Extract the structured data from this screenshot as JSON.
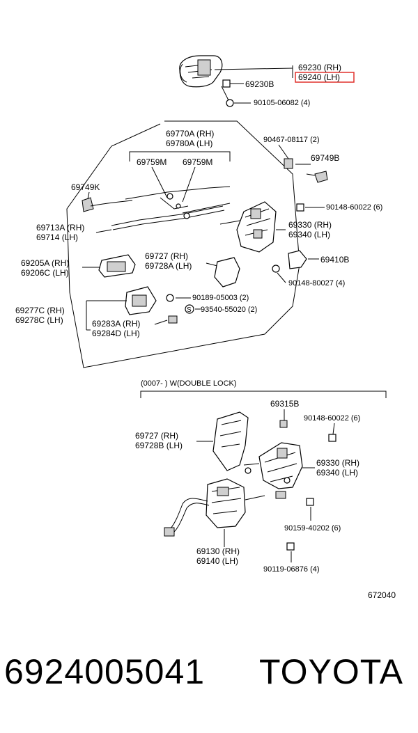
{
  "labels": {
    "p69230_rh": "69230 (RH)",
    "p69240_lh": "69240 (LH)",
    "p69230b": "69230B",
    "p90105": "90105-06082 (4)",
    "p90467": "90467-08117 (2)",
    "p69770a": "69770A (RH)",
    "p69780a": "69780A (LH)",
    "p69759m_1": "69759M",
    "p69759m_2": "69759M",
    "p69749b": "69749B",
    "p69749k": "69749K",
    "p90148_60022_top": "90148-60022 (6)",
    "p69713a": "69713A (RH)",
    "p69714": "69714   (LH)",
    "p69330_top": "69330 (RH)",
    "p69340_top": "69340 (LH)",
    "p69205a": "69205A (RH)",
    "p69206c": "69206C (LH)",
    "p69727_top": "69727   (RH)",
    "p69728a": "69728A (LH)",
    "p69410b": "69410B",
    "p90148_80027": "90148-80027 (4)",
    "p69277c": "69277C (RH)",
    "p69278c": "69278C (LH)",
    "p90189": "90189-05003 (2)",
    "s_mark": "S",
    "p93540": "93540-55020 (2)",
    "p69283a": "69283A (RH)",
    "p69284d": "69284D (LH)",
    "section_note": "(0007-    )  W(DOUBLE  LOCK)",
    "p69315b": "69315B",
    "p90148_60022_bot": "90148-60022 (6)",
    "p69727_bot": "69727   (RH)",
    "p69728b": "69728B (LH)",
    "p69330_bot": "69330 (RH)",
    "p69340_bot": "69340 (LH)",
    "p90159": "90159-40202 (6)",
    "p69130": "69130 (RH)",
    "p69140": "69140 (LH)",
    "p90119": "90119-06876 (4)",
    "diagram_id": "672040"
  },
  "part_number": "6924005041",
  "brand": "TOYOTA",
  "highlight_color": "#e0302c"
}
